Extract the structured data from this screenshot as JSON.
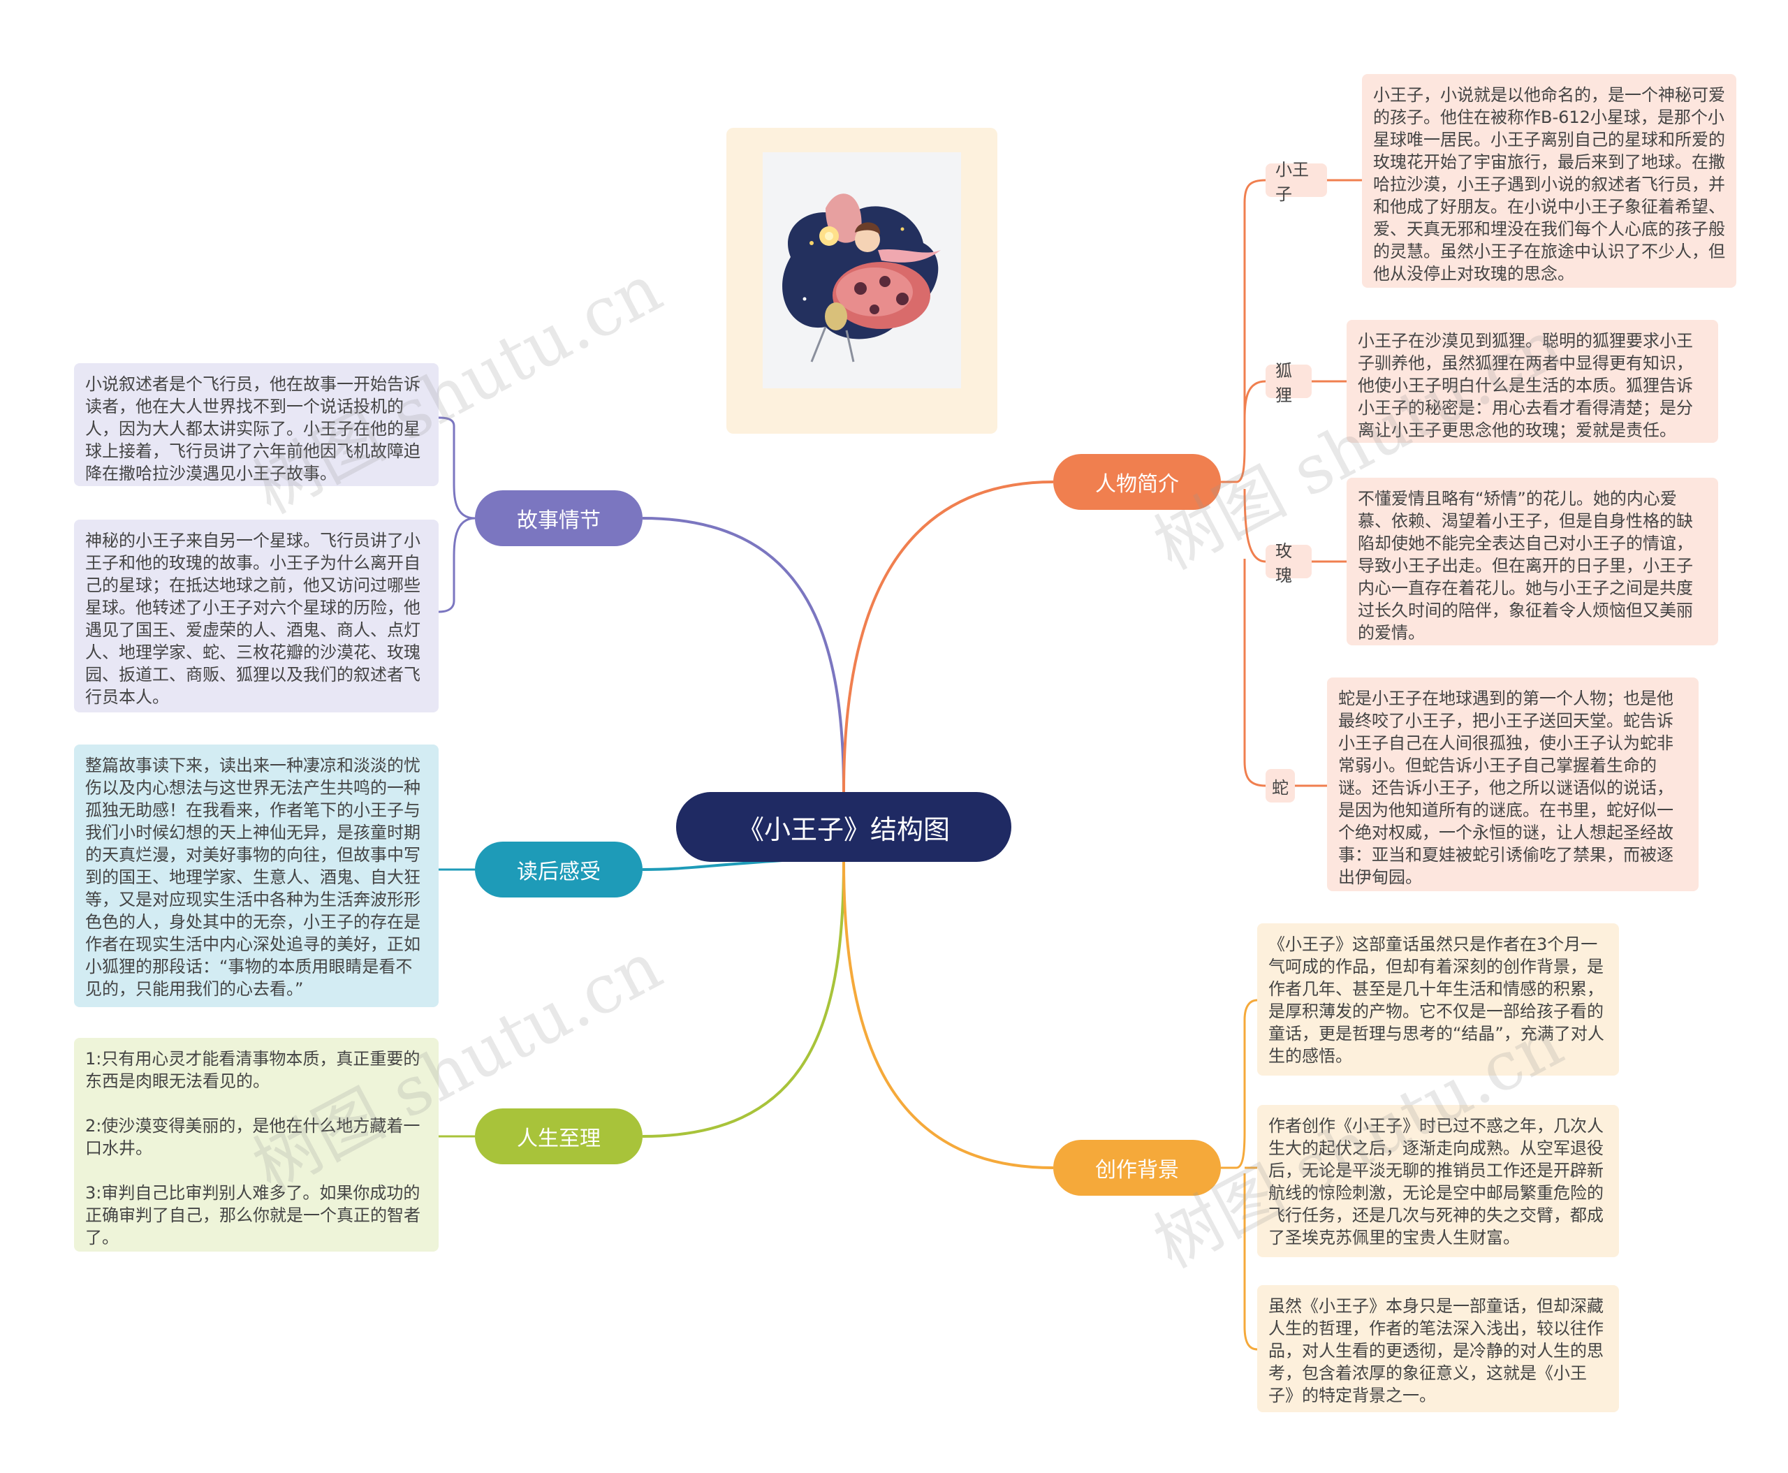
{
  "central": {
    "title": "《小王子》结构图"
  },
  "branches": {
    "story": {
      "label": "故事情节",
      "color": "#7b76c0",
      "box_color": "#e8e7f5",
      "notes": [
        "小说叙述者是个飞行员，他在故事一开始告诉读者，他在大人世界找不到一个说话投机的人，因为大人都太讲实际了。小王子在他的星球上接着，飞行员讲了六年前他因飞机故障迫降在撒哈拉沙漠遇见小王子故事。",
        "神秘的小王子来自另一个星球。飞行员讲了小王子和他的玫瑰的故事。小王子为什么离开自己的星球；在抵达地球之前，他又访问过哪些星球。他转述了小王子对六个星球的历险，他遇见了国王、爱虚荣的人、酒鬼、商人、点灯人、地理学家、蛇、三枚花瓣的沙漠花、玫瑰园、扳道工、商贩、狐狸以及我们的叙述者飞行员本人。"
      ]
    },
    "feeling": {
      "label": "读后感受",
      "color": "#1e9bb8",
      "box_color": "#d3ecf3",
      "note": "整篇故事读下来，读出来一种凄凉和淡淡的忧伤以及内心想法与这世界无法产生共鸣的一种孤独无助感！在我看来，作者笔下的小王子与我们小时候幻想的天上神仙无异，是孩童时期的天真烂漫，对美好事物的向往，但故事中写到的国王、地理学家、生意人、酒鬼、自大狂等，又是对应现实生活中各种为生活奔波形形色色的人，身处其中的无奈，小王子的存在是作者在现实生活中内心深处追寻的美好，正如小狐狸的那段话：“事物的本质用眼睛是看不见的，只能用我们的心去看。”"
    },
    "life": {
      "label": "人生至理",
      "color": "#a8c33a",
      "box_color": "#eef4d9",
      "note": "1:只有用心灵才能看清事物本质，真正重要的东西是肉眼无法看见的。\n\n2:使沙漠变得美丽的，是他在什么地方藏着一口水井。\n\n3:审判自己比审判别人难多了。如果你成功的正确审判了自己，那么你就是一个真正的智者了。"
    },
    "characters": {
      "label": "人物简介",
      "color": "#f07f4f",
      "box_color": "#fde6de",
      "items": [
        {
          "name": "小王子",
          "desc": "小王子，小说就是以他命名的，是一个神秘可爱的孩子。他住在被称作B-612小星球，是那个小星球唯一居民。小王子离别自己的星球和所爱的玫瑰花开始了宇宙旅行，最后来到了地球。在撒哈拉沙漠，小王子遇到小说的叙述者飞行员，并和他成了好朋友。在小说中小王子象征着希望、爱、天真无邪和埋没在我们每个人心底的孩子般的灵慧。虽然小王子在旅途中认识了不少人，但他从没停止对玫瑰的思念。"
        },
        {
          "name": "狐狸",
          "desc": "小王子在沙漠见到狐狸。聪明的狐狸要求小王子驯养他，虽然狐狸在两者中显得更有知识，他使小王子明白什么是生活的本质。狐狸告诉小王子的秘密是：用心去看才看得清楚；是分离让小王子更思念他的玫瑰；爱就是责任。"
        },
        {
          "name": "玫瑰",
          "desc": "不懂爱情且略有“矫情”的花儿。她的内心爱慕、依赖、渴望着小王子，但是自身性格的缺陷却使她不能完全表达自己对小王子的情谊，导致小王子出走。但在离开的日子里，小王子内心一直存在着花儿。她与小王子之间是共度过长久时间的陪伴，象征着令人烦恼但又美丽的爱情。"
        },
        {
          "name": "蛇",
          "desc": "蛇是小王子在地球遇到的第一个人物；也是他最终咬了小王子，把小王子送回天堂。蛇告诉小王子自己在人间很孤独，使小王子认为蛇非常弱小。但蛇告诉小王子自己掌握着生命的谜。还告诉小王子，他之所以谜语似的说话，是因为他知道所有的谜底。在书里，蛇好似一个绝对权威，一个永恒的谜，让人想起圣经故事：亚当和夏娃被蛇引诱偷吃了禁果，而被逐出伊甸园。"
        }
      ]
    },
    "background": {
      "label": "创作背景",
      "color": "#f5a93a",
      "box_color": "#fdf0dc",
      "notes": [
        "《小王子》这部童话虽然只是作者在3个月一气呵成的作品，但却有着深刻的创作背景，是作者几年、甚至是几十年生活和情感的积累，是厚积薄发的产物。它不仅是一部给孩子看的童话，更是哲理与思考的“结晶”，充满了对人生的感悟。",
        "作者创作《小王子》时已过不惑之年，几次人生大的起伏之后，逐渐走向成熟。从空军退役后，无论是平淡无聊的推销员工作还是开辟新航线的惊险刺激，无论是空中邮局繁重危险的飞行任务，还是几次与死神的失之交臂，都成了圣埃克苏佩里的宝贵人生财富。",
        "虽然《小王子》本身只是一部童话，但却深藏人生的哲理，作者的笔法深入浅出，较以往作品，对人生看的更透彻，是冷静的对人生的思考，包含着浓厚的象征意义，这就是《小王子》的特定背景之一。"
      ]
    }
  },
  "watermark": "树图 shutu.cn"
}
